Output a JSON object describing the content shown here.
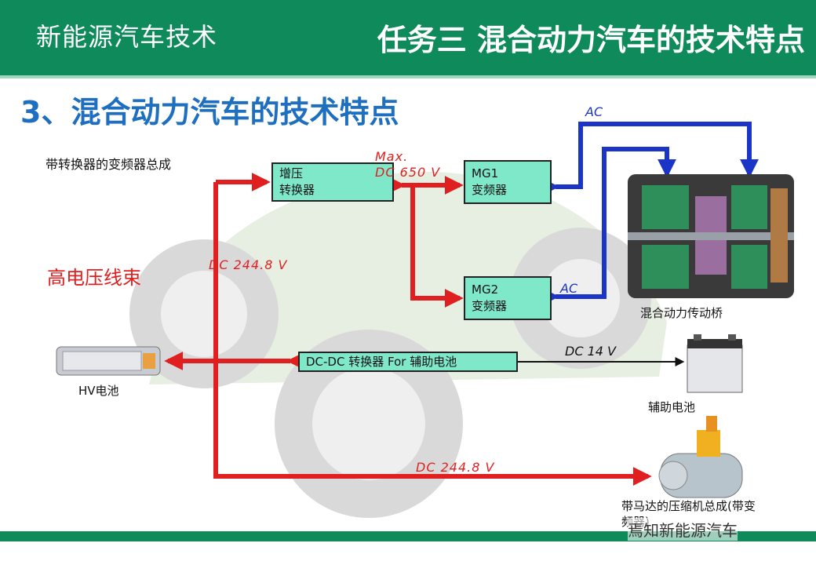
{
  "header": {
    "course_title": "新能源汽车技术",
    "task_title": "任务三 混合动力汽车的技术特点"
  },
  "section_title": "3、混合动力汽车的技术特点",
  "notes": {
    "inverter_assembly": "带转换器的变频器总成",
    "hv_harness": "高电压线束"
  },
  "boxes": {
    "boost": [
      "增压",
      "转换器"
    ],
    "mg1": [
      "MG1",
      "变频器"
    ],
    "mg2": [
      "MG2",
      "变频器"
    ],
    "dcdc": "DC-DC 转换器 For 辅助电池"
  },
  "labels": {
    "max_voltage_line1": "Max.",
    "max_voltage_line2": "DC 650 V",
    "dc_main": "DC 244.8 V",
    "dc_bottom": "DC 244.8 V",
    "dc_aux": "DC 14 V",
    "ac_top": "AC",
    "ac_mid": "AC"
  },
  "captions": {
    "hv_battery": "HV电池",
    "transaxle": "混合动力传动桥",
    "aux_battery": "辅助电池",
    "compressor_line1": "带马达的压缩机总成(带变",
    "compressor_line2": "频器)"
  },
  "watermark": "焉知新能源汽车",
  "colors": {
    "header_green": "#0f8a5b",
    "title_blue": "#1f6fc0",
    "box_fill": "#7fe8c8",
    "hv_red": "#e02020",
    "ac_blue": "#1a35c8"
  }
}
